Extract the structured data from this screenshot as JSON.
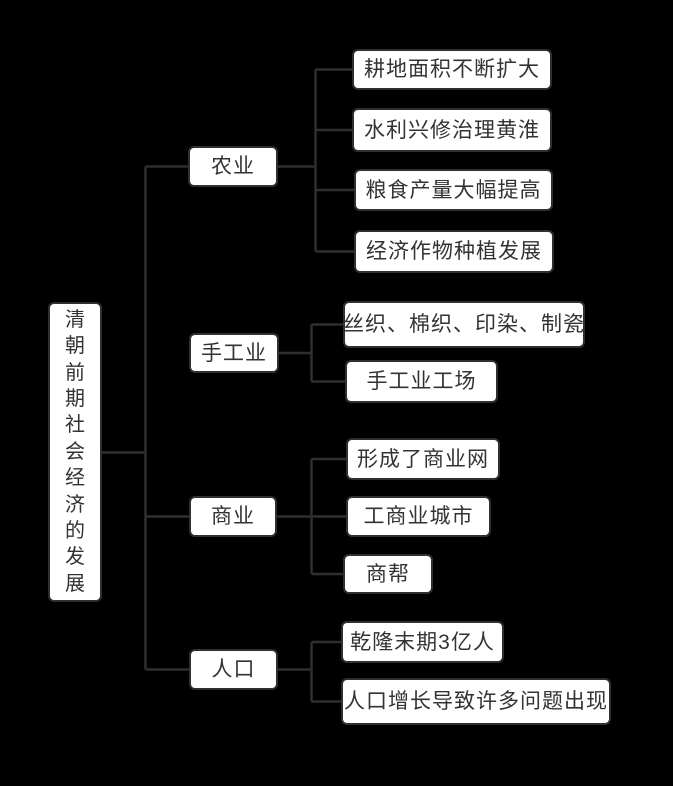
{
  "colors": {
    "background": "#000000",
    "box_fill": "#ffffff",
    "box_border": "#2f2f2f",
    "connector_line": "#2f2f2f",
    "text": "#333333"
  },
  "root": {
    "label": "清朝前期社会经济的发展"
  },
  "branches": [
    {
      "label": "农业",
      "children": [
        "耕地面积不断扩大",
        "水利兴修治理黄淮",
        "粮食产量大幅提高",
        "经济作物种植发展"
      ]
    },
    {
      "label": "手工业",
      "children": [
        "丝织、棉织、印染、制瓷",
        "手工业工场"
      ]
    },
    {
      "label": "商业",
      "children": [
        "形成了商业网",
        "工商业城市",
        "商帮"
      ]
    },
    {
      "label": "人口",
      "children": [
        "乾隆末期3亿人",
        "人口增长导致许多问题出现"
      ]
    }
  ]
}
